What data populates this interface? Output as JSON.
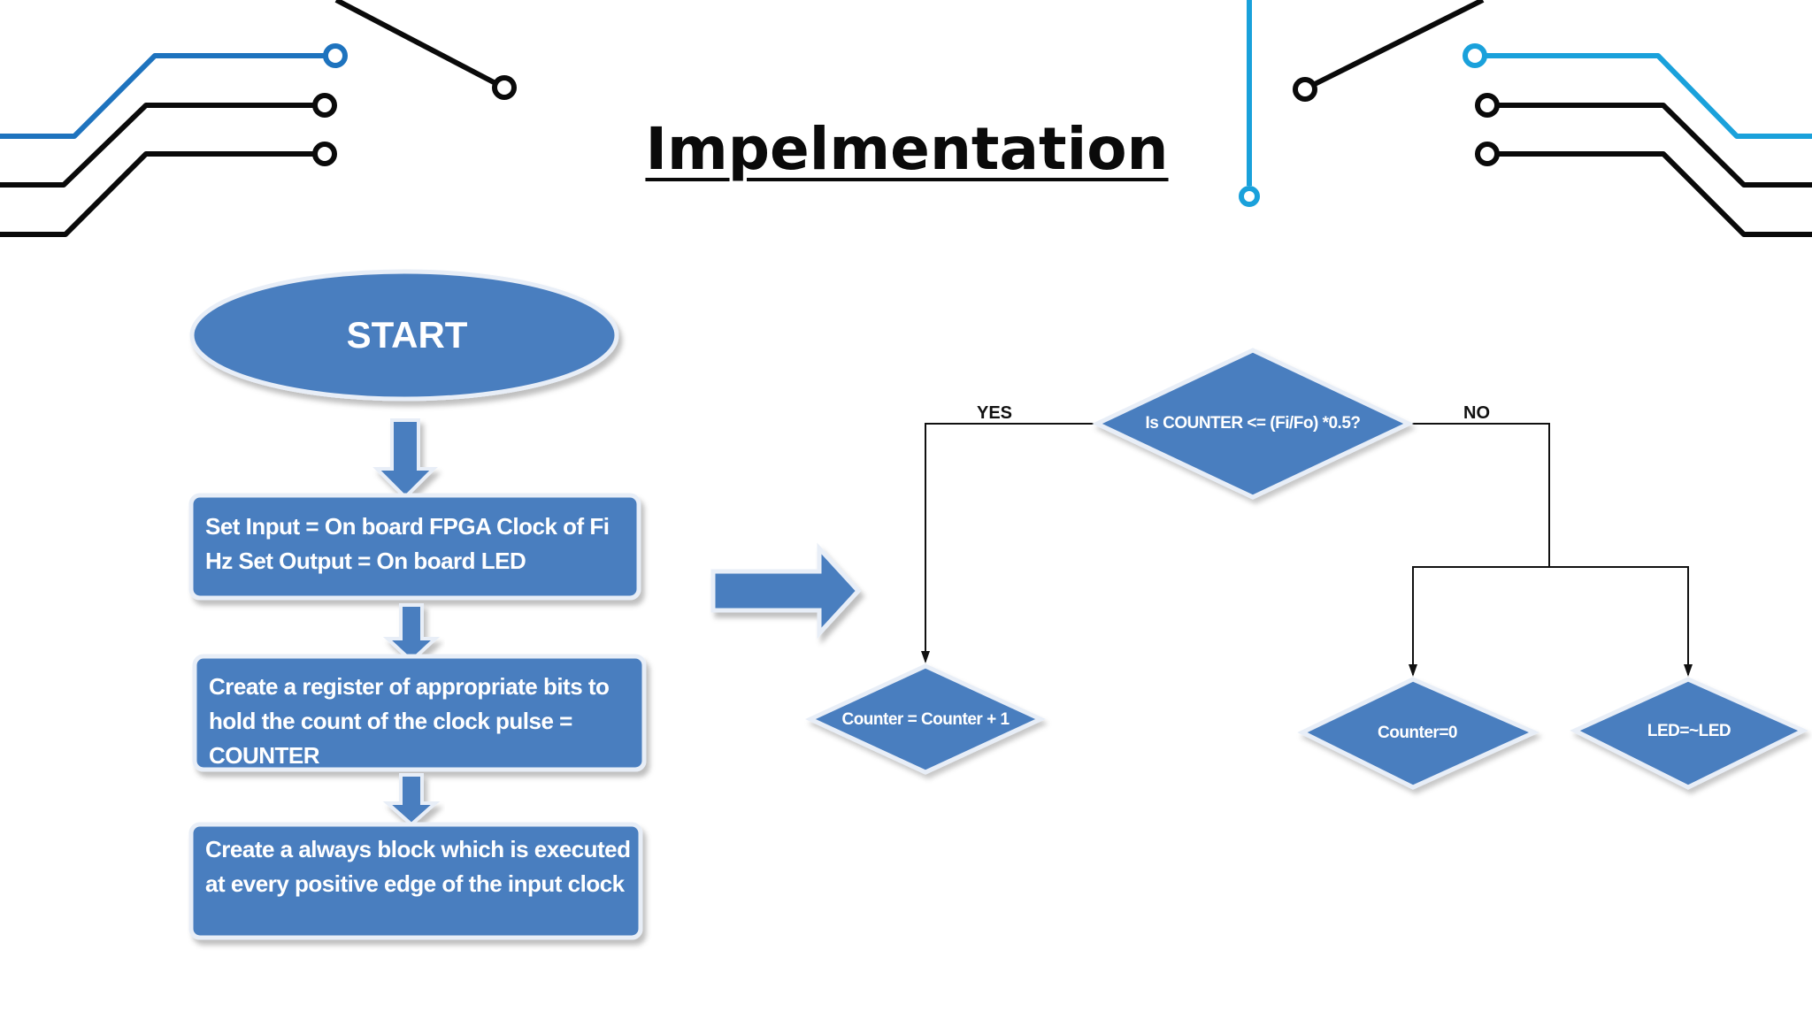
{
  "slide": {
    "title": "Impelmentation"
  },
  "flowchart_left": {
    "start_label": "START",
    "steps": [
      "Set Input = On board FPGA Clock of Fi Hz Set Output = On board LED",
      "Create a register of appropriate bits to hold the count of the clock pulse = COUNTER",
      "Create a always block which is executed at every positive edge of the input clock"
    ]
  },
  "flowchart_right": {
    "decision": "Is COUNTER <= (Fi/Fo) *0.5?",
    "yes_label": "YES",
    "no_label": "NO",
    "yes_action": "Counter = Counter + 1",
    "no_actions": [
      "Counter=0",
      "LED=~LED"
    ]
  },
  "colors": {
    "shape_fill": "#4a7ebf",
    "shape_border": "#e8eef7",
    "circuit_blue": "#1e73be",
    "circuit_cyan": "#1aa1db",
    "circuit_black": "#0a0a0a",
    "connector": "#111111"
  },
  "icons": [
    "circuit-trace-decoration",
    "block-arrow-down-icon",
    "block-arrow-right-icon"
  ]
}
